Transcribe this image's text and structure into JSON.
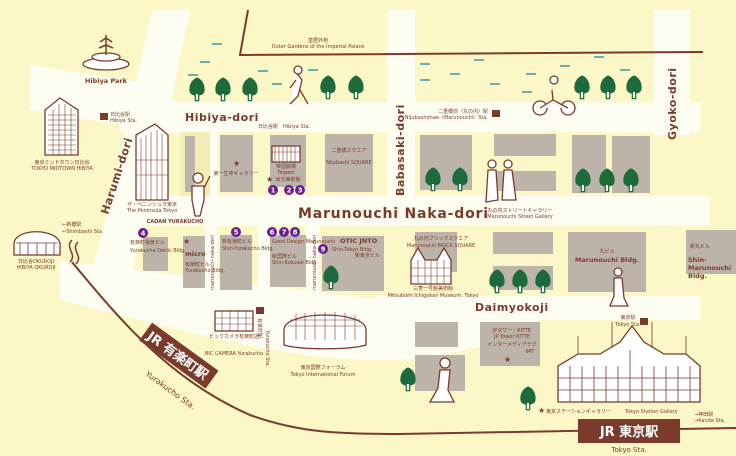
{
  "map": {
    "roads": {
      "hibiya_dori": "Hibiya-dori",
      "marunouchi_naka_dori": "Marunouchi Naka-dori",
      "babasaki_dori": "Babasaki-dori",
      "gyoko_dori": "Gyoko-dori",
      "harumi_dori": "Harumi-dori",
      "daimyokoji": "Daimyokoji",
      "marunouchi_naka_dori_side1": "marunouchi-naka-dori",
      "marunouchi_naka_dori_side2": "marunouchi-naka-dori"
    },
    "landmarks": {
      "outer_gardens_jp": "皇居外苑",
      "outer_gardens_en": "Outer Gardens of the Imperial Palace",
      "hibiya_park": "Hibiya Park",
      "midtown_jp": "東京ミッドタウン日比谷",
      "midtown_en": "TOKYO MIDTOWN HIBIYA",
      "hibiya_sta_jp": "日比谷駅",
      "hibiya_sta_en": "Hibiya Sta.",
      "hibiya_sta2_jp": "日比谷駅",
      "hibiya_sta2_en": "Hibiya Sta.",
      "peninsula_jp": "ザ・ペニンシュラ東京",
      "peninsula_en": "The Peninsula Tokyo",
      "cadan": "CADAN YURAKUCHO",
      "dai_ichi_jp": "第一生命ギャラリー",
      "teigeki_jp": "帝国劇場",
      "teigeki_en": "Teigeki",
      "idemitsu_jp": "出光美術館",
      "nijubashi_sq_jp": "二重橋スクエア",
      "nijubashi_sq_en": "Nijubashi SQUARE",
      "nijubashimae_jp": "二重橋前〈丸の内〉駅",
      "nijubashimae_en": "Nijubashimae〈Marunouchi〉Sta.",
      "street_gallery_jp": "丸の内ストリートギャラリー",
      "street_gallery_en": "Marunouchi Street Gallery",
      "shimbashi_jp": "←新橋駅",
      "shimbashi_en": "←Shimbashi Sta.",
      "okuroji_jp": "日比谷OKUROJI",
      "okuroji_en": "HIBIYA OKUROJI",
      "denki_jp": "有楽町電気ビル",
      "denki_en": "Yurakucho Denki Bldg.",
      "micro": "micro",
      "yurakucho_bldg_jp": "有楽町ビル",
      "yurakucho_bldg_en": "Yurakucho Bldg.",
      "shin_yurakucho_jp": "新有楽町ビル",
      "shin_yurakucho_en": "Shin-Yurakucho Bldg.",
      "good_design": "Good Design Marunouchi",
      "shin_kokusai_jp": "新国際ビル",
      "shin_kokusai_en": "Shin-Kokusai Bldg.",
      "otic_jnto": "OTIC JNTO",
      "shin_tokyo_en": "Shin-Tokyo Bldg.",
      "shin_tokyo_jp": "新東京ビル",
      "bic_camera_jp": "ビックカメラ有楽町店",
      "bic_camera_en": "BIC CAMERA Yurakucho",
      "yurakucho_sta_small_jp": "有楽町駅",
      "yurakucho_sta_small_en": "Yurakucho Sta.",
      "forum_jp": "東京国際フォーラム",
      "forum_en": "Tokyo International Forum",
      "brick_square_jp": "丸の内ブリックスクエア",
      "brick_square_en": "Marunouchi BRICK SQUARE",
      "ichigokan_jp": "三菱一号館美術館",
      "ichigokan_en": "Mitsubishi Ichigokan Museum, Tokyo",
      "maru_bldg_jp": "丸ビル",
      "maru_bldg_en": "Marunouchi Bldg.",
      "shin_maru_jp": "新丸ビル",
      "shin_maru_en": "Shin-Marunouchi Bldg.",
      "kitte_jp": "JPタワー・KITTE",
      "kitte_en": "JP Tower KITTE",
      "imt_jp": "インターメディアテク",
      "imt_en": "IMT",
      "tokyo_sta_small_jp": "東京駅",
      "tokyo_sta_small_en": "Tokyo Sta.",
      "station_gallery_jp": "東京ステーションギャラリー",
      "station_gallery_en": "Tokyo Station Gallery",
      "kanda_jp": "→神田駅",
      "kanda_en": "→Kanda Sta."
    },
    "stations": {
      "yurakucho_badge": "JR 有楽町駅",
      "yurakucho_en": "Yurakucho Sta.",
      "tokyo_badge": "JR 東京駅",
      "tokyo_en": "Tokyo Sta."
    },
    "markers": [
      "1",
      "2",
      "3",
      "4",
      "5",
      "6",
      "7",
      "8",
      "9"
    ],
    "colors": {
      "background": "#fbf7c6",
      "road": "#fefdf1",
      "building": "#bcb4a9",
      "ink": "#7a3b2c",
      "marker": "#6b1c8f",
      "tree": "#1d6a3a",
      "water": "#4d9aa8"
    }
  }
}
